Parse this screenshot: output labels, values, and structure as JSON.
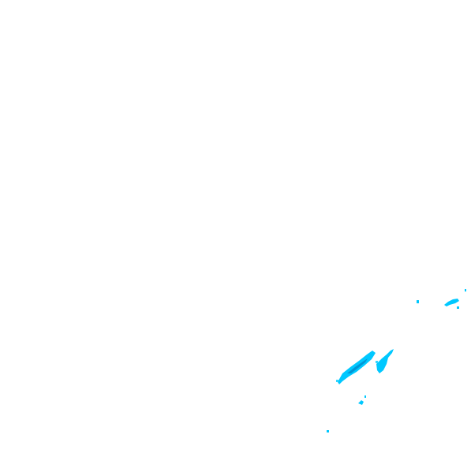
{
  "map": {
    "background_color": "#ffffff",
    "echo_colors": {
      "fill": "#00c8ff",
      "core": "#0096d6",
      "edge": "#33d6ff"
    },
    "echo_cells": [
      {
        "name": "echo-cell-east-fleck-1"
      },
      {
        "name": "echo-cell-east-cluster"
      },
      {
        "name": "echo-cell-east-fleck-2"
      },
      {
        "name": "echo-cell-main-band"
      },
      {
        "name": "echo-cell-main-band-core"
      },
      {
        "name": "echo-cell-secondary-band"
      },
      {
        "name": "echo-cell-south-fleck"
      },
      {
        "name": "echo-cell-southwest-dot"
      }
    ]
  }
}
